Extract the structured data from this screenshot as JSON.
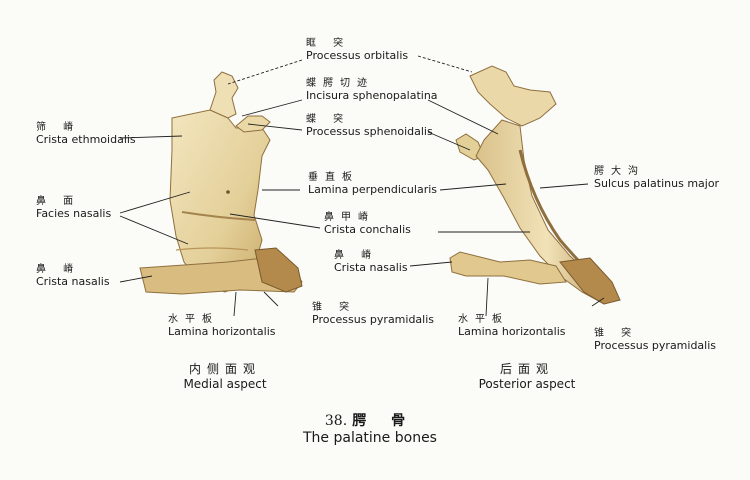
{
  "labels": {
    "orbital": {
      "cn": "眶 突",
      "en": "Processus orbitalis"
    },
    "incisura": {
      "cn": "蝶腭切迹",
      "en": "Incisura sphenopalatina"
    },
    "sphenoid": {
      "cn": "蝶 突",
      "en": "Processus sphenoidalis"
    },
    "ethmoid": {
      "cn": "筛 嵴",
      "en": "Crista ethmoidalis"
    },
    "perpendicular": {
      "cn": "垂直板",
      "en": "Lamina perpendicularis"
    },
    "sulcus": {
      "cn": "腭大沟",
      "en": "Sulcus palatinus major"
    },
    "nasal_face": {
      "cn": "鼻 面",
      "en": "Facies nasalis"
    },
    "conchal": {
      "cn": "鼻甲嵴",
      "en": "Crista conchalis"
    },
    "nasal_crest_left": {
      "cn": "鼻 嵴",
      "en": "Crista nasalis"
    },
    "nasal_crest_right": {
      "cn": "鼻 嵴",
      "en": "Crista nasalis"
    },
    "horizontal_left": {
      "cn": "水平板",
      "en": "Lamina horizontalis"
    },
    "pyramidal_left": {
      "cn": "锥 突",
      "en": "Processus pyramidalis"
    },
    "horizontal_right": {
      "cn": "水平板",
      "en": "Lamina horizontalis"
    },
    "pyramidal_right": {
      "cn": "锥 突",
      "en": "Processus pyramidalis"
    }
  },
  "captions": {
    "medial": {
      "cn": "内侧面观",
      "en": "Medial aspect"
    },
    "posterior": {
      "cn": "后面观",
      "en": "Posterior aspect"
    }
  },
  "title": {
    "number": "38.",
    "cn": "腭 骨",
    "en": "The palatine bones"
  },
  "colors": {
    "bone": "#e8d7a6",
    "bone_shade": "#c9a96a",
    "bone_dark": "#8f6f3e",
    "line": "#222222"
  }
}
